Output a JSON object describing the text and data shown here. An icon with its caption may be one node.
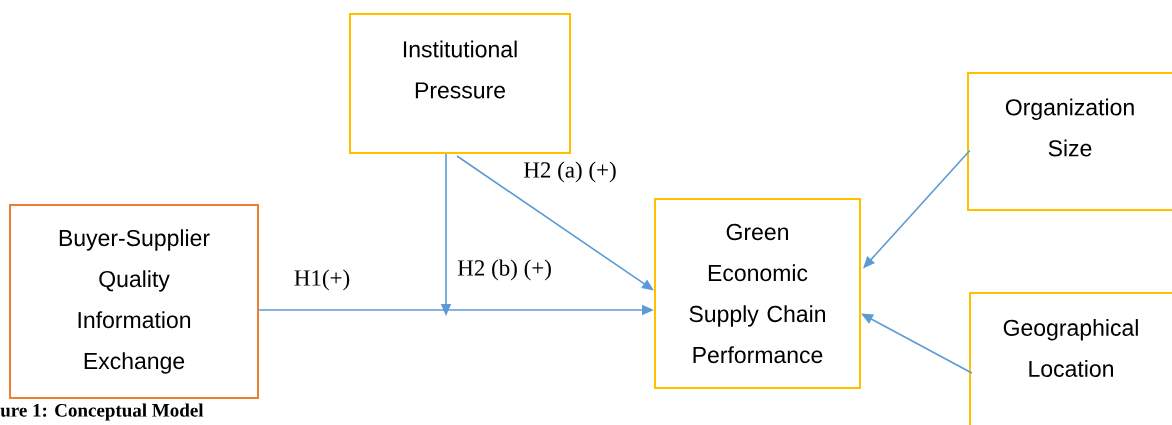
{
  "diagram": {
    "caption": "ure 1: Conceptual Model",
    "nodes": [
      {
        "text": [
          "Institutional Pressure"
        ]
      },
      {
        "text": [
          "Buyer-Supplier Quality Information Exchange"
        ]
      },
      {
        "text": [
          "Green Economic Supply Chain Performance"
        ]
      },
      {
        "text": [
          "Organization Size"
        ]
      },
      {
        "text": [
          "Geographical Location"
        ]
      }
    ],
    "edges": [
      {
        "from": 0,
        "to": 2,
        "arrow": "to",
        "label": "H2 (a) (+)"
      },
      {
        "from": 1,
        "to": 2,
        "arrow": "to",
        "label": "H1(+)"
      },
      {
        "from": 0,
        "to": null,
        "arrow": "to",
        "label": "H2 (b) (+)"
      },
      {
        "from": 3,
        "to": 2,
        "arrow": "to"
      },
      {
        "from": 4,
        "to": 2,
        "arrow": "to"
      }
    ]
  }
}
